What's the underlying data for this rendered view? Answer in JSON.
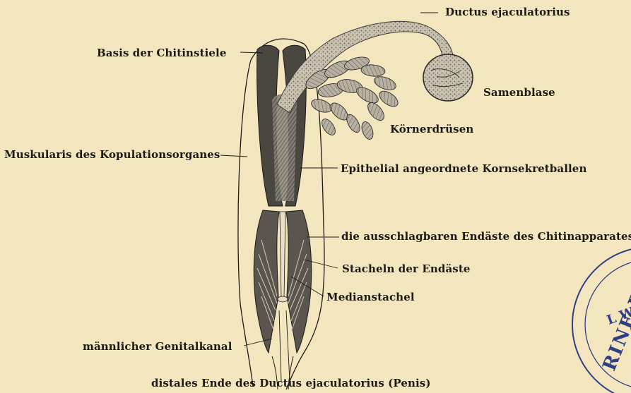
{
  "labels": {
    "ductus": "Ductus ejaculatorius",
    "basis": "Basis der Chitinstiele",
    "samenblase": "Samenblase",
    "koernerdruesen": "Körnerdrüsen",
    "muskularis": "Muskularis des Kopulationsorganes",
    "epithelial": "Epithelial angeordnete Kornsekretballen",
    "endaeste": "die ausschlagbaren Endäste des Chitinapparates",
    "stacheln": "Stacheln der Endäste",
    "medianstachel": "Medianstachel",
    "genitalkanal": "männlicher Genitalkanal",
    "distales": "distales Ende des Ductus ejaculatorius (Penis)"
  },
  "stamp": {
    "text": "RINE BIOLO",
    "inner_text": "L W",
    "color": "#2f3f86"
  },
  "colors": {
    "background": "#f3e6bf",
    "ink": "#1c1a17",
    "organ_fill": "#6f6a63",
    "gland_fill": "#8b867d"
  }
}
